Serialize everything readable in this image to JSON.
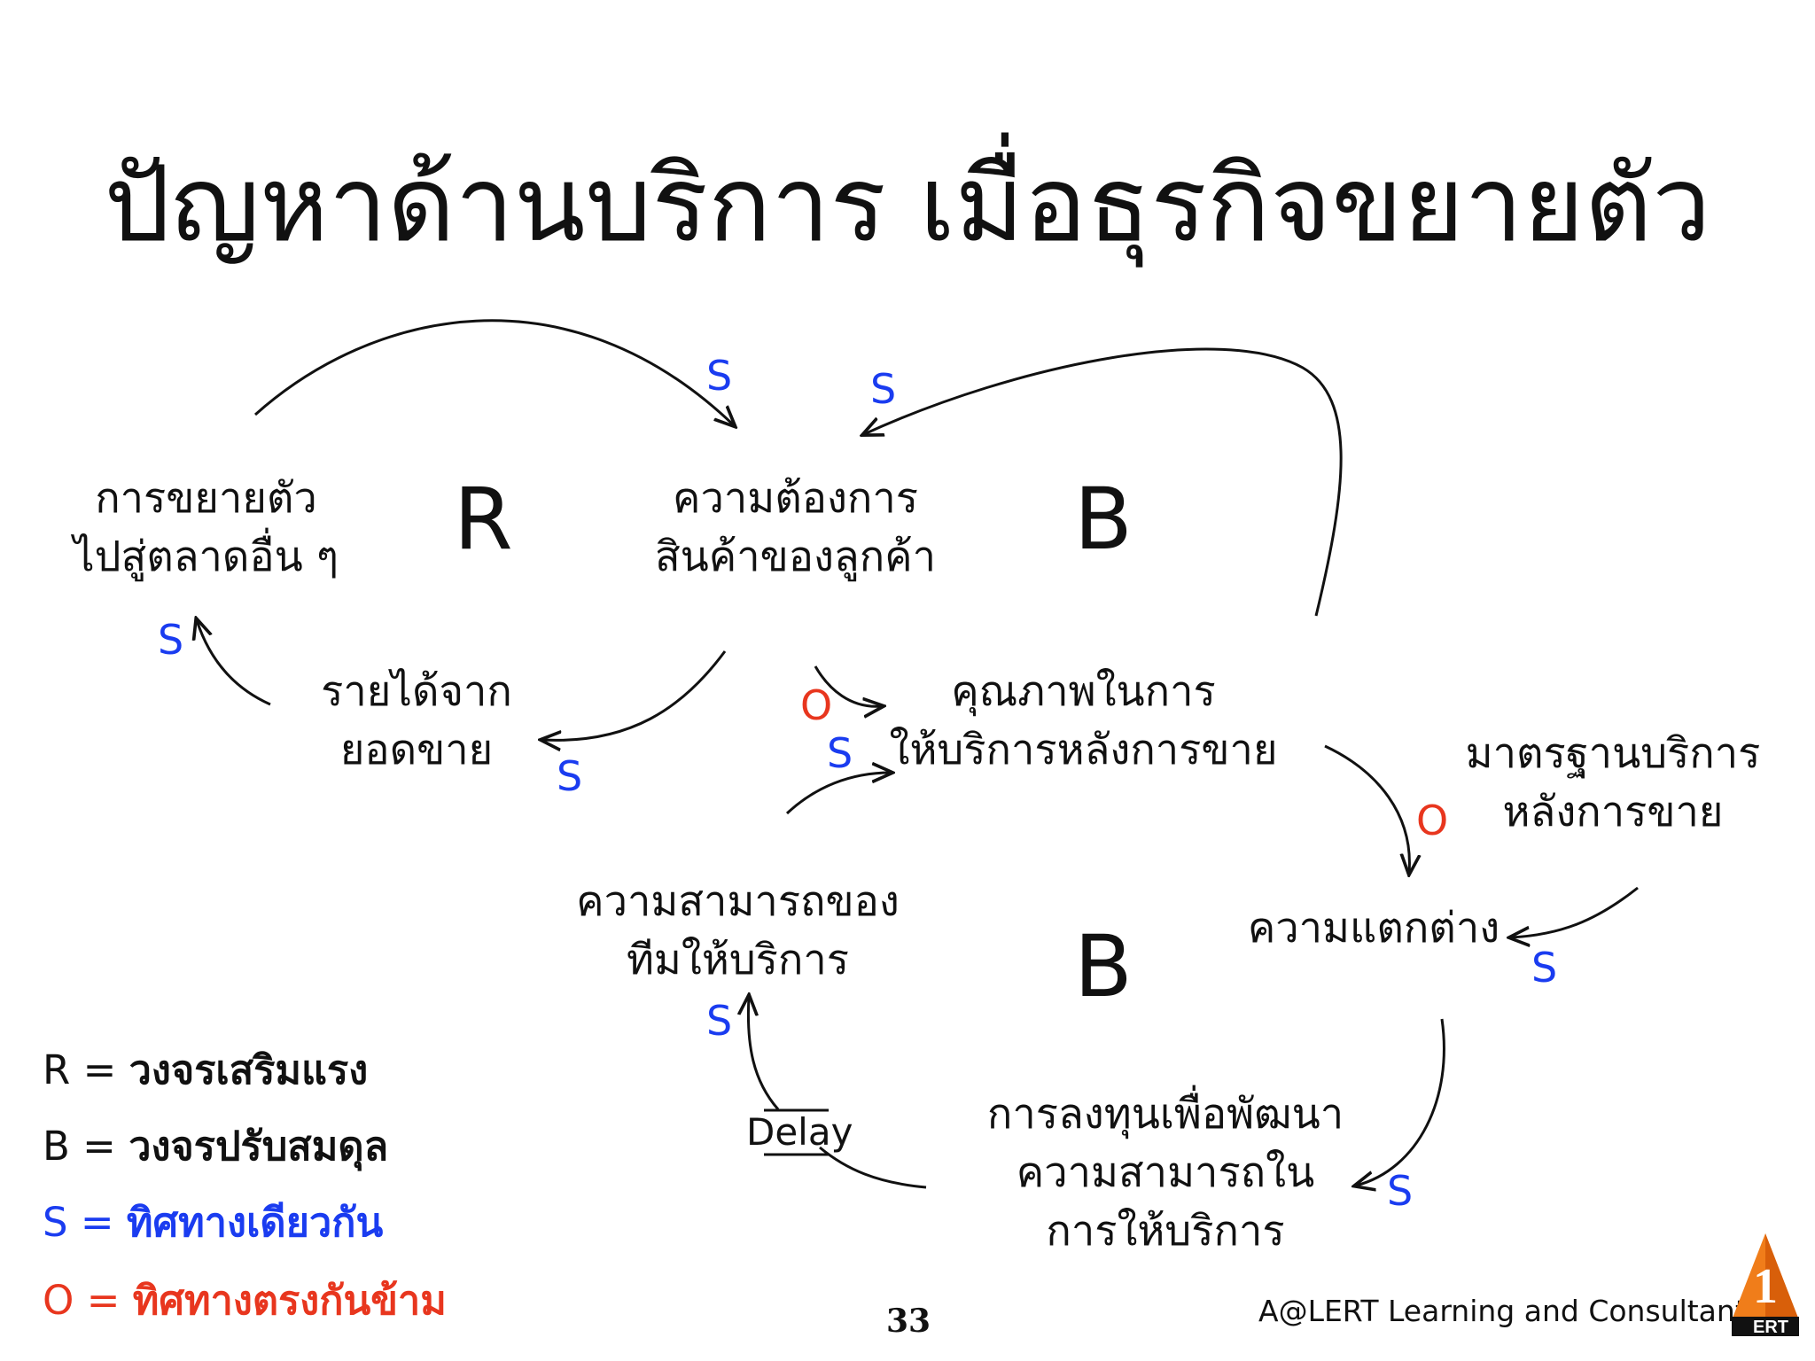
{
  "title": "ปัญหาด้านบริการ เมื่อธุรกิจขยายตัว",
  "nodes": {
    "expansion": [
      "การขยายตัว",
      "ไปสู่ตลาดอื่น ๆ"
    ],
    "demand": [
      "ความต้องการ",
      "สินค้าของลูกค้า"
    ],
    "revenue": [
      "รายได้จาก",
      "ยอดขาย"
    ],
    "quality": [
      "คุณภาพในการ",
      "ให้บริการหลังการขาย"
    ],
    "standard": [
      "มาตรฐานบริการ",
      "หลังการขาย"
    ],
    "team_ability": [
      "ความสามารถของ",
      "ทีมให้บริการ"
    ],
    "gap": [
      "ความแตกต่าง"
    ],
    "investment": [
      "การลงทุนเพื่อพัฒนา",
      "ความสามารถใน",
      "การให้บริการ"
    ]
  },
  "loops": {
    "r": "R",
    "b_top": "B",
    "b_bottom": "B"
  },
  "polarity": {
    "s": "S",
    "o": "O",
    "s_color": "#1a3cf0",
    "o_color": "#e8361e"
  },
  "delay_label": "Delay",
  "legend": [
    {
      "key": "R = ",
      "text": "วงจรเสริมแรง",
      "color": "#111111"
    },
    {
      "key": "B = ",
      "text": "วงจรปรับสมดุล",
      "color": "#111111"
    },
    {
      "key": "S = ",
      "text": "ทิศทางเดียวกัน",
      "color": "#1a3cf0"
    },
    {
      "key": "O = ",
      "text": "ทิศทางตรงกันข้าม",
      "color": "#e8361e"
    }
  ],
  "page_number": "33",
  "footer": "A@LERT Learning and Consultant",
  "logo": {
    "text": "ERT",
    "numeral": "1",
    "color": "#f07d1a"
  }
}
